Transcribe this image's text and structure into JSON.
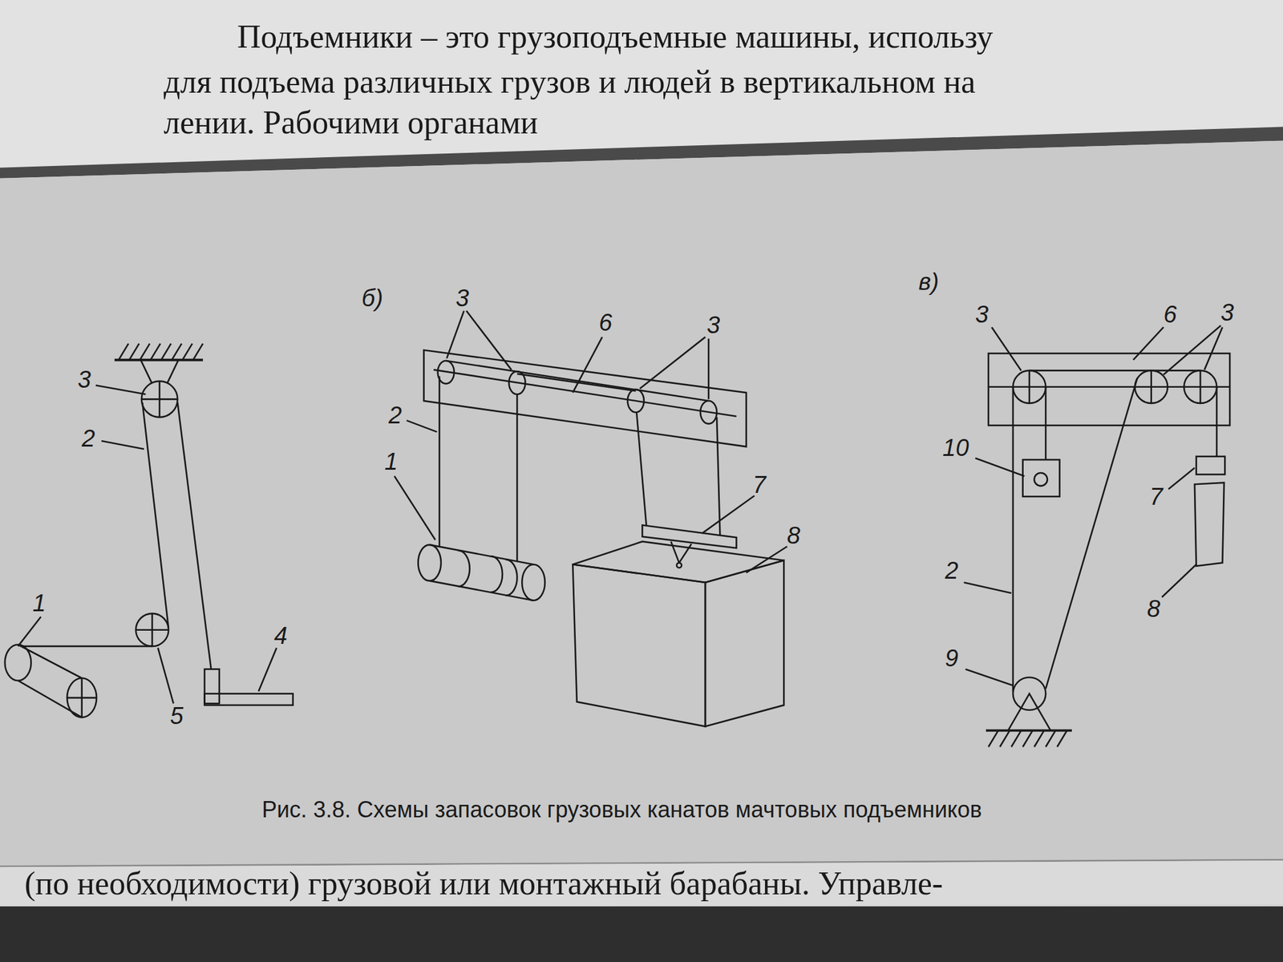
{
  "diagram": {
    "caption": "Рис. 3.8. Схемы запасовок грузовых канатов мачтовых подъемников",
    "labels": [
      "Подъемники – это грузоподъемные машины, использу",
      "для подъема различных грузов и людей в вертикальном на",
      "лении. Рабочими органами",
      "3",
      "2",
      "1",
      "5",
      "4",
      "б)",
      "3",
      "6",
      "3",
      "2",
      "1",
      "7",
      "8",
      "в)",
      "3",
      "6",
      "3",
      "10",
      "2",
      "7",
      "8",
      "9",
      "(по необходимости) грузовой или монтажный барабаны. Управле-"
    ]
  }
}
